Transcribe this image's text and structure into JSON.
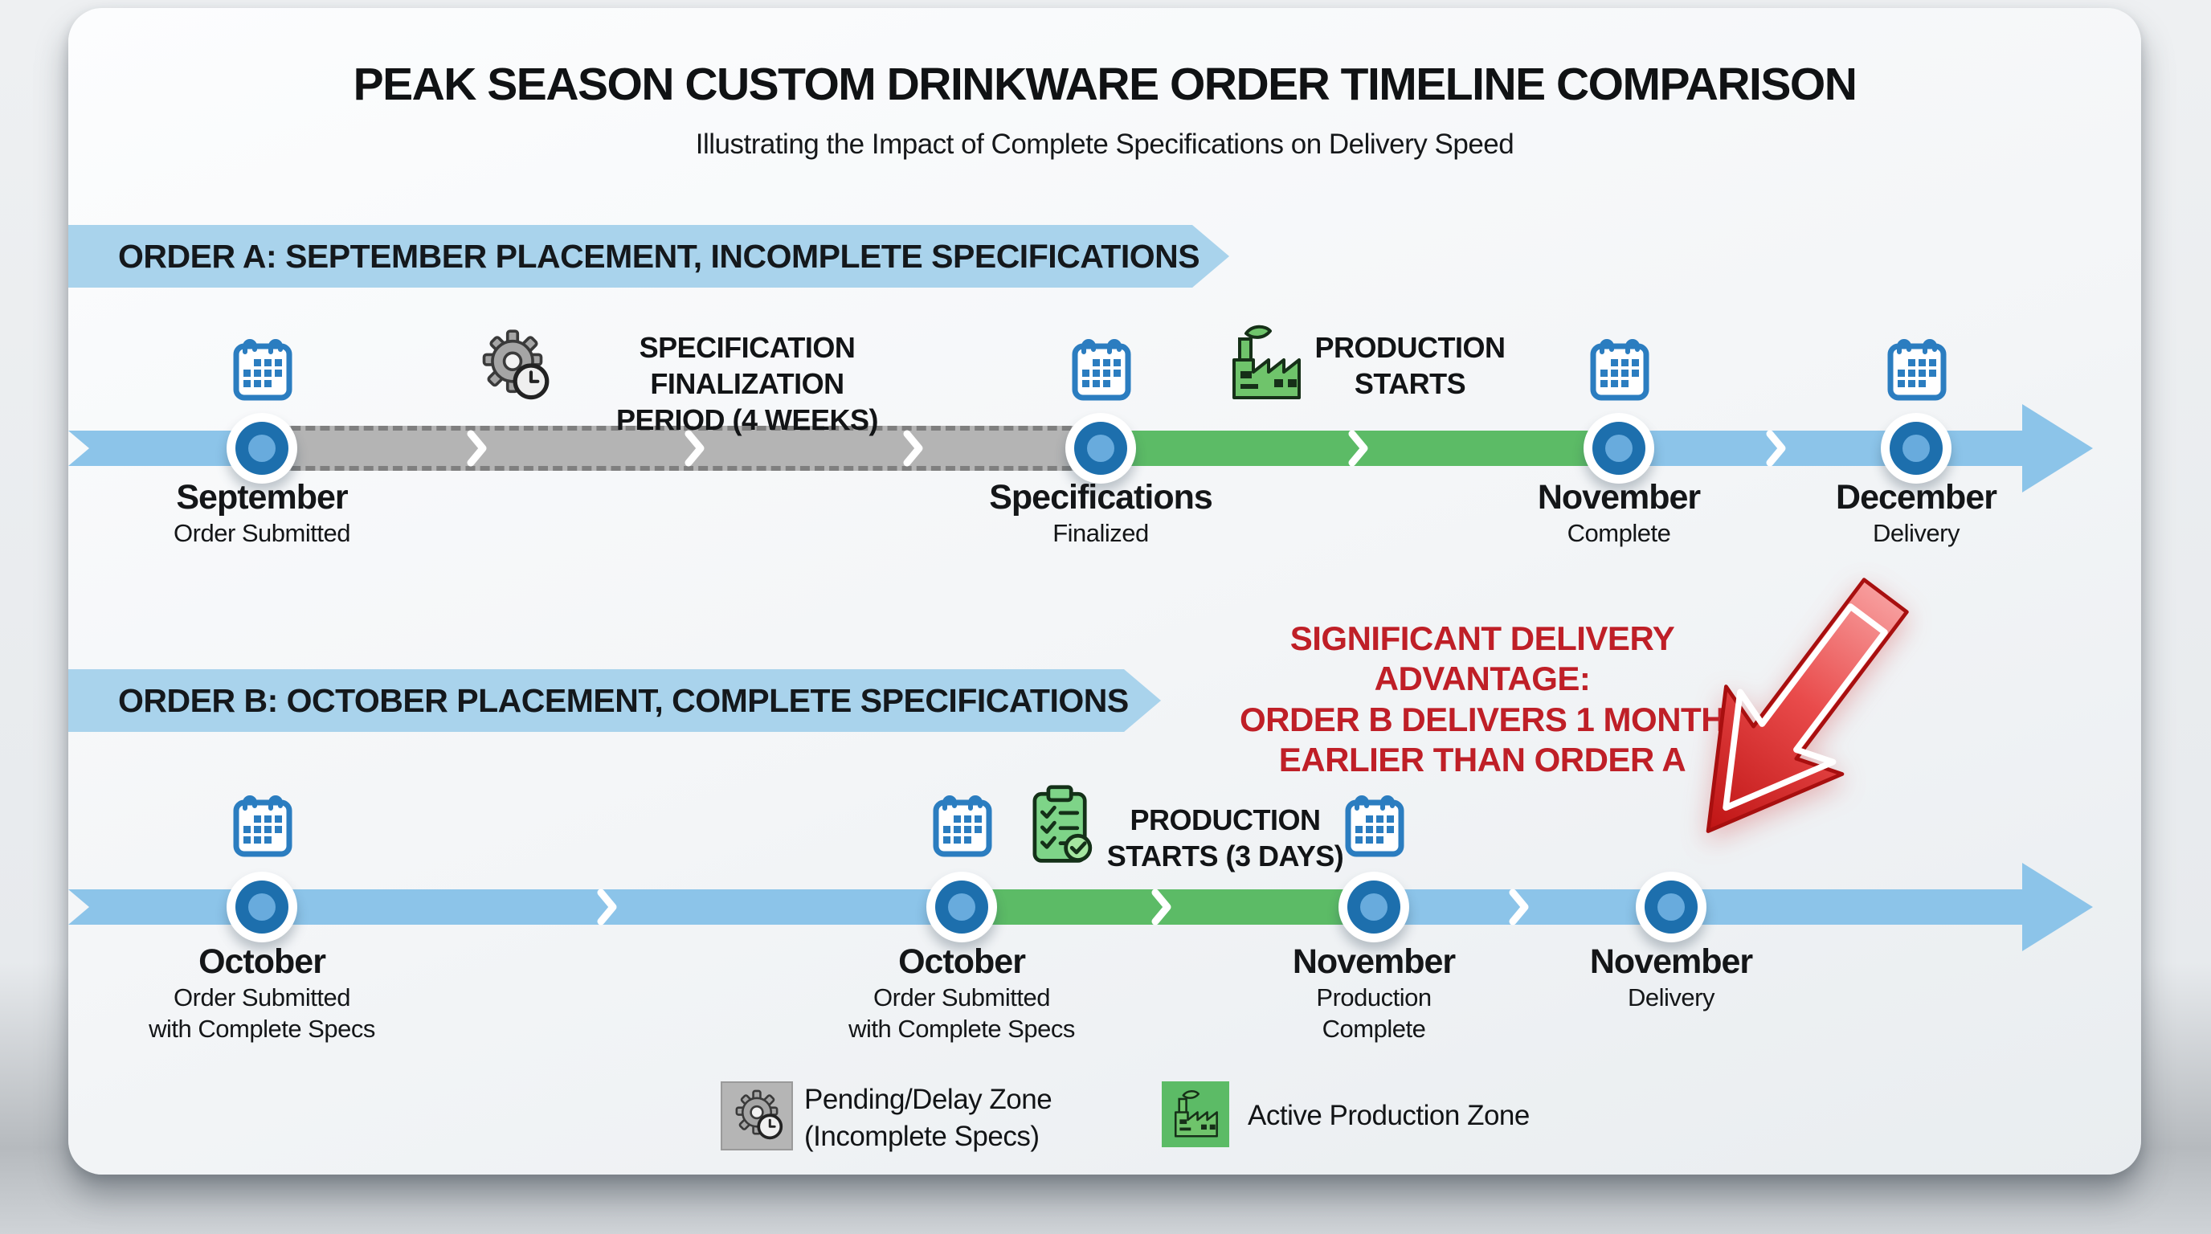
{
  "title": "PEAK SEASON CUSTOM DRINKWARE ORDER TIMELINE COMPARISON",
  "subtitle": "Illustrating the Impact of Complete Specifications on Delivery Speed",
  "colors": {
    "banner_blue": "#a9d3ec",
    "timeline_blue": "#8cc4e9",
    "pending_gray": "#b4b4b4",
    "production_green": "#5cbb66",
    "node_blue": "#1d6fad",
    "callout_red": "#bf1f27"
  },
  "icons": {
    "calendar": "calendar-icon",
    "gear_clock": "gear-clock-icon",
    "factory": "factory-icon",
    "clipboard_check": "clipboard-check-icon",
    "red_arrow": "red-arrow-down-left-icon",
    "chevron": "chevron-right-icon"
  },
  "order_a": {
    "banner": "ORDER A: SEPTEMBER PLACEMENT, INCOMPLETE SPECIFICATIONS",
    "phases": {
      "spec_line1": "SPECIFICATION FINALIZATION",
      "spec_line2": "PERIOD (4 WEEKS)",
      "prod_line1": "PRODUCTION",
      "prod_line2": "STARTS"
    },
    "milestones": [
      {
        "month": "September",
        "sub1": "Order Submitted",
        "sub2": ""
      },
      {
        "month": "Specifications",
        "sub1": "Finalized",
        "sub2": ""
      },
      {
        "month": "November",
        "sub1": "Complete",
        "sub2": ""
      },
      {
        "month": "December",
        "sub1": "Delivery",
        "sub2": ""
      }
    ]
  },
  "order_b": {
    "banner": "ORDER B: OCTOBER PLACEMENT, COMPLETE SPECIFICATIONS",
    "phases": {
      "prod_line1": "PRODUCTION",
      "prod_line2": "STARTS (3 DAYS)"
    },
    "milestones": [
      {
        "month": "October",
        "sub1": "Order Submitted",
        "sub2": "with Complete Specs"
      },
      {
        "month": "October",
        "sub1": "Order Submitted",
        "sub2": "with Complete Specs"
      },
      {
        "month": "November",
        "sub1": "Production",
        "sub2": "Complete"
      },
      {
        "month": "November",
        "sub1": "Delivery",
        "sub2": ""
      }
    ]
  },
  "callout": {
    "line1": "SIGNIFICANT DELIVERY ADVANTAGE:",
    "line2": "ORDER B DELIVERS 1 MONTH",
    "line3": "EARLIER THAN ORDER A"
  },
  "legend": {
    "pending_line1": "Pending/Delay Zone",
    "pending_line2": "(Incomplete Specs)",
    "active": "Active Production Zone"
  }
}
